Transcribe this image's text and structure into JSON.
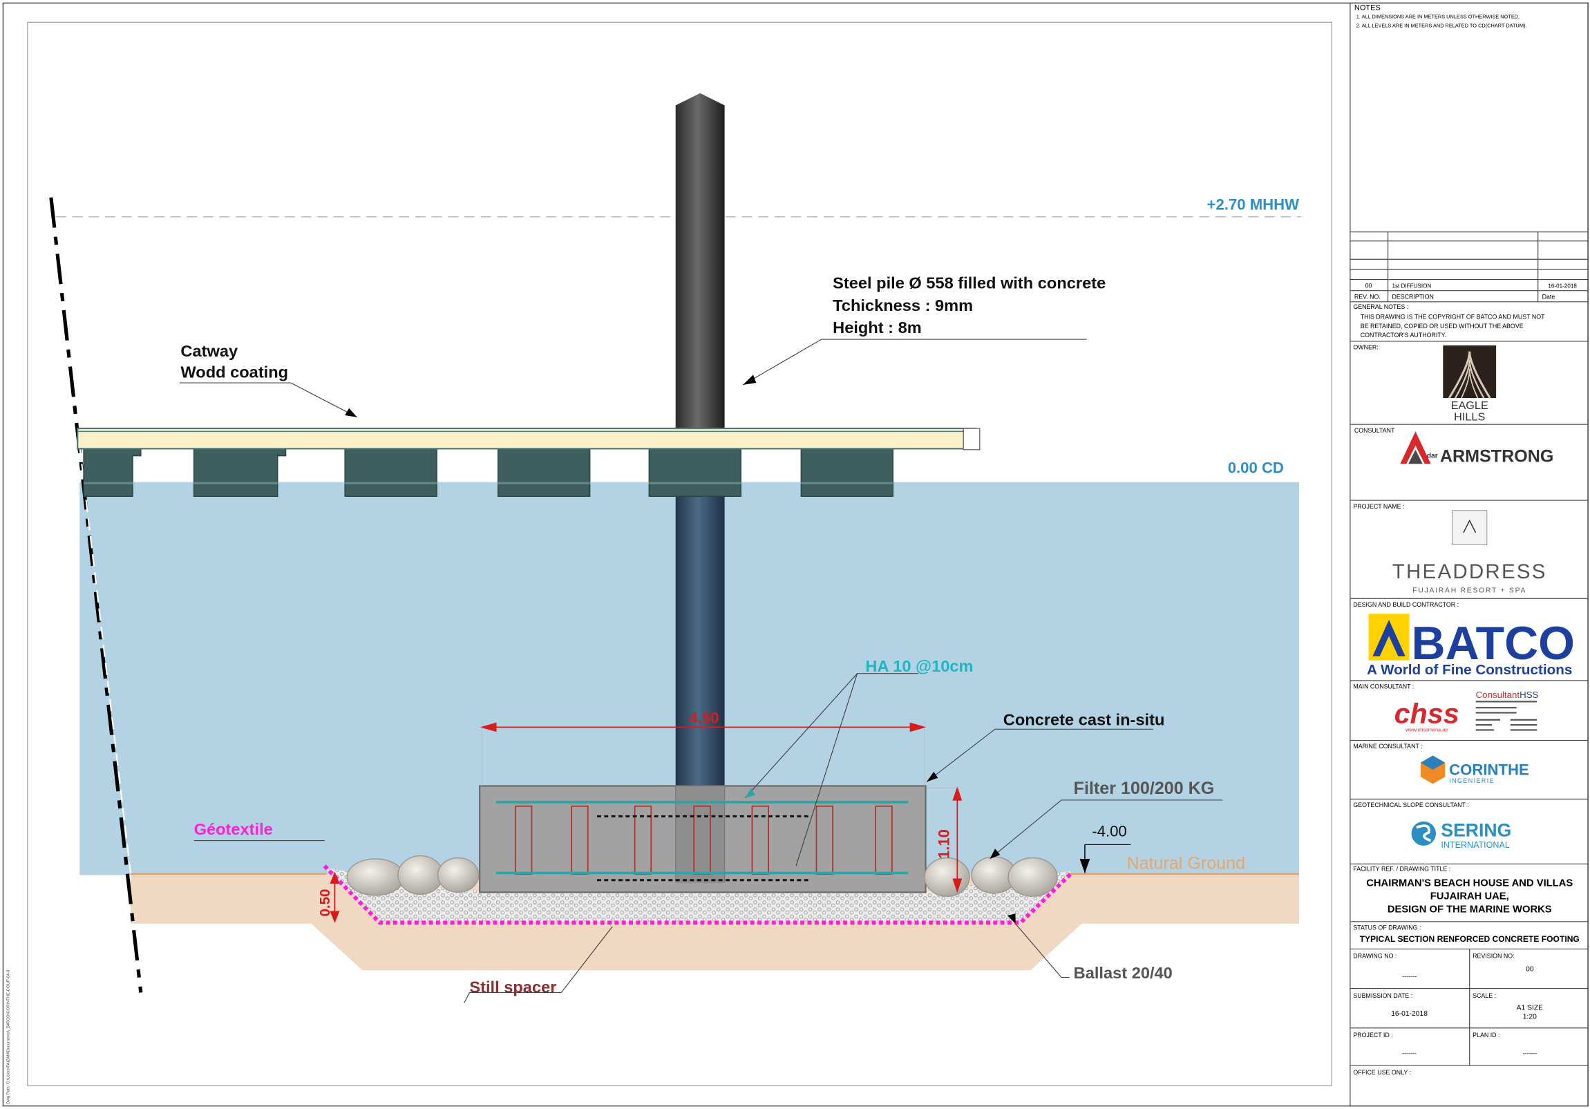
{
  "side_path": "Dwg Path: C:\\Users\\FAIZAN\\Documents\\_BATCO\\CORINTHE-COUP-04-0",
  "drawing": {
    "level_mhhw": "+2.70 MHHW",
    "level_cd": "0.00 CD",
    "level_ground": "-4.00",
    "natural_ground": "Natural Ground",
    "pile_label_1": "Steel pile Ø 558 filled with concrete",
    "pile_label_2": "Tchickness : 9mm",
    "pile_label_3": "Height : 8m",
    "catway_label_1": "Catway",
    "catway_label_2": "Wodd coating",
    "rebar_label": "HA 10 @10cm",
    "concrete_label": "Concrete cast in-situ",
    "filter_label": "Filter 100/200 KG",
    "geotextile_label": "Géotextile",
    "ballast_label": "Ballast 20/40",
    "spacer_label": "Still spacer",
    "dim_width": "4.50",
    "dim_height": "1.10",
    "dim_depth": "0.50"
  },
  "title_block": {
    "notes_title": "NOTES",
    "note_1": "1.  ALL DIMENSIONS ARE IN METERS UNLESS OTHERWISE NOTED.",
    "note_2": "2.  ALL LEVELS ARE IN METERS AND RELATED TO CD(CHART DATUM).",
    "rev_row": {
      "rev": "00",
      "description": "1st DIFFUSION",
      "date": "16-01-2018"
    },
    "rev_headers": {
      "rev": "REV. NO.",
      "description": "DESCRIPTION",
      "date": "Date"
    },
    "general_notes_title": "GENERAL NOTES :",
    "general_notes_1": "THIS DRAWING IS THE COPYRIGHT OF BATCO AND MUST NOT",
    "general_notes_2": "BE RETAINED, COPIED OR USED WITHOUT THE ABOVE",
    "general_notes_3": "CONTRACTOR'S AUTHORITY.",
    "owner_label": "OWNER:",
    "owner_name_1": "EAGLE",
    "owner_name_2": "HILLS",
    "consultant_label": "CONSULTANT",
    "consultant_prefix": "dar",
    "consultant_name": "ARMSTRONG",
    "project_label": "PROJECT NAME :",
    "project_name": "THEADDRESS",
    "project_sub": "FUJAIRAH RESORT + SPA",
    "contractor_label": "DESIGN AND BUILD CONTRACTOR :",
    "contractor_name": "BATCO",
    "contractor_tagline": "A World of Fine Constructions",
    "main_consultant_label": "MAIN CONSULTANT :",
    "main_consultant_logo": "chss",
    "main_consultant_web": "www.chssmena.ae",
    "main_consultant_name_a": "Consultant",
    "main_consultant_name_b": "HSS",
    "marine_label": "MARINE CONSULTANT :",
    "marine_name": "CORINTHE",
    "marine_sub": "INGENIERIE",
    "geotech_label": "GEOTECHNICAL SLOPE CONSULTANT :",
    "geotech_name": "SERING",
    "geotech_sub": "INTERNATIONAL",
    "facility_label": "FACILITY REF. / DRAWING TITLE :",
    "facility_title_1": "CHAIRMAN'S BEACH HOUSE AND VILLAS",
    "facility_title_2": "FUJAIRAH UAE,",
    "facility_title_3": "DESIGN OF THE MARINE WORKS",
    "status_label": "STATUS OF DRAWING :",
    "status_value": "TYPICAL SECTION RENFORCED CONCRETE FOOTING",
    "drawing_no_label": "DRAWING NO :",
    "drawing_no_value": "-------",
    "revision_no_label": "REVISION NO:",
    "revision_no_value": "00",
    "submission_label": "SUBMISSION DATE :",
    "submission_value": "16-01-2018",
    "scale_label": "SCALE :",
    "scale_value_1": "A1 SIZE",
    "scale_value_2": "1:20",
    "project_id_label": "PROJECT ID :",
    "project_id_value": "-------",
    "plan_id_label": "PLAN ID :",
    "plan_id_value": "-------",
    "office_label": "OFFICE USE ONLY :"
  }
}
